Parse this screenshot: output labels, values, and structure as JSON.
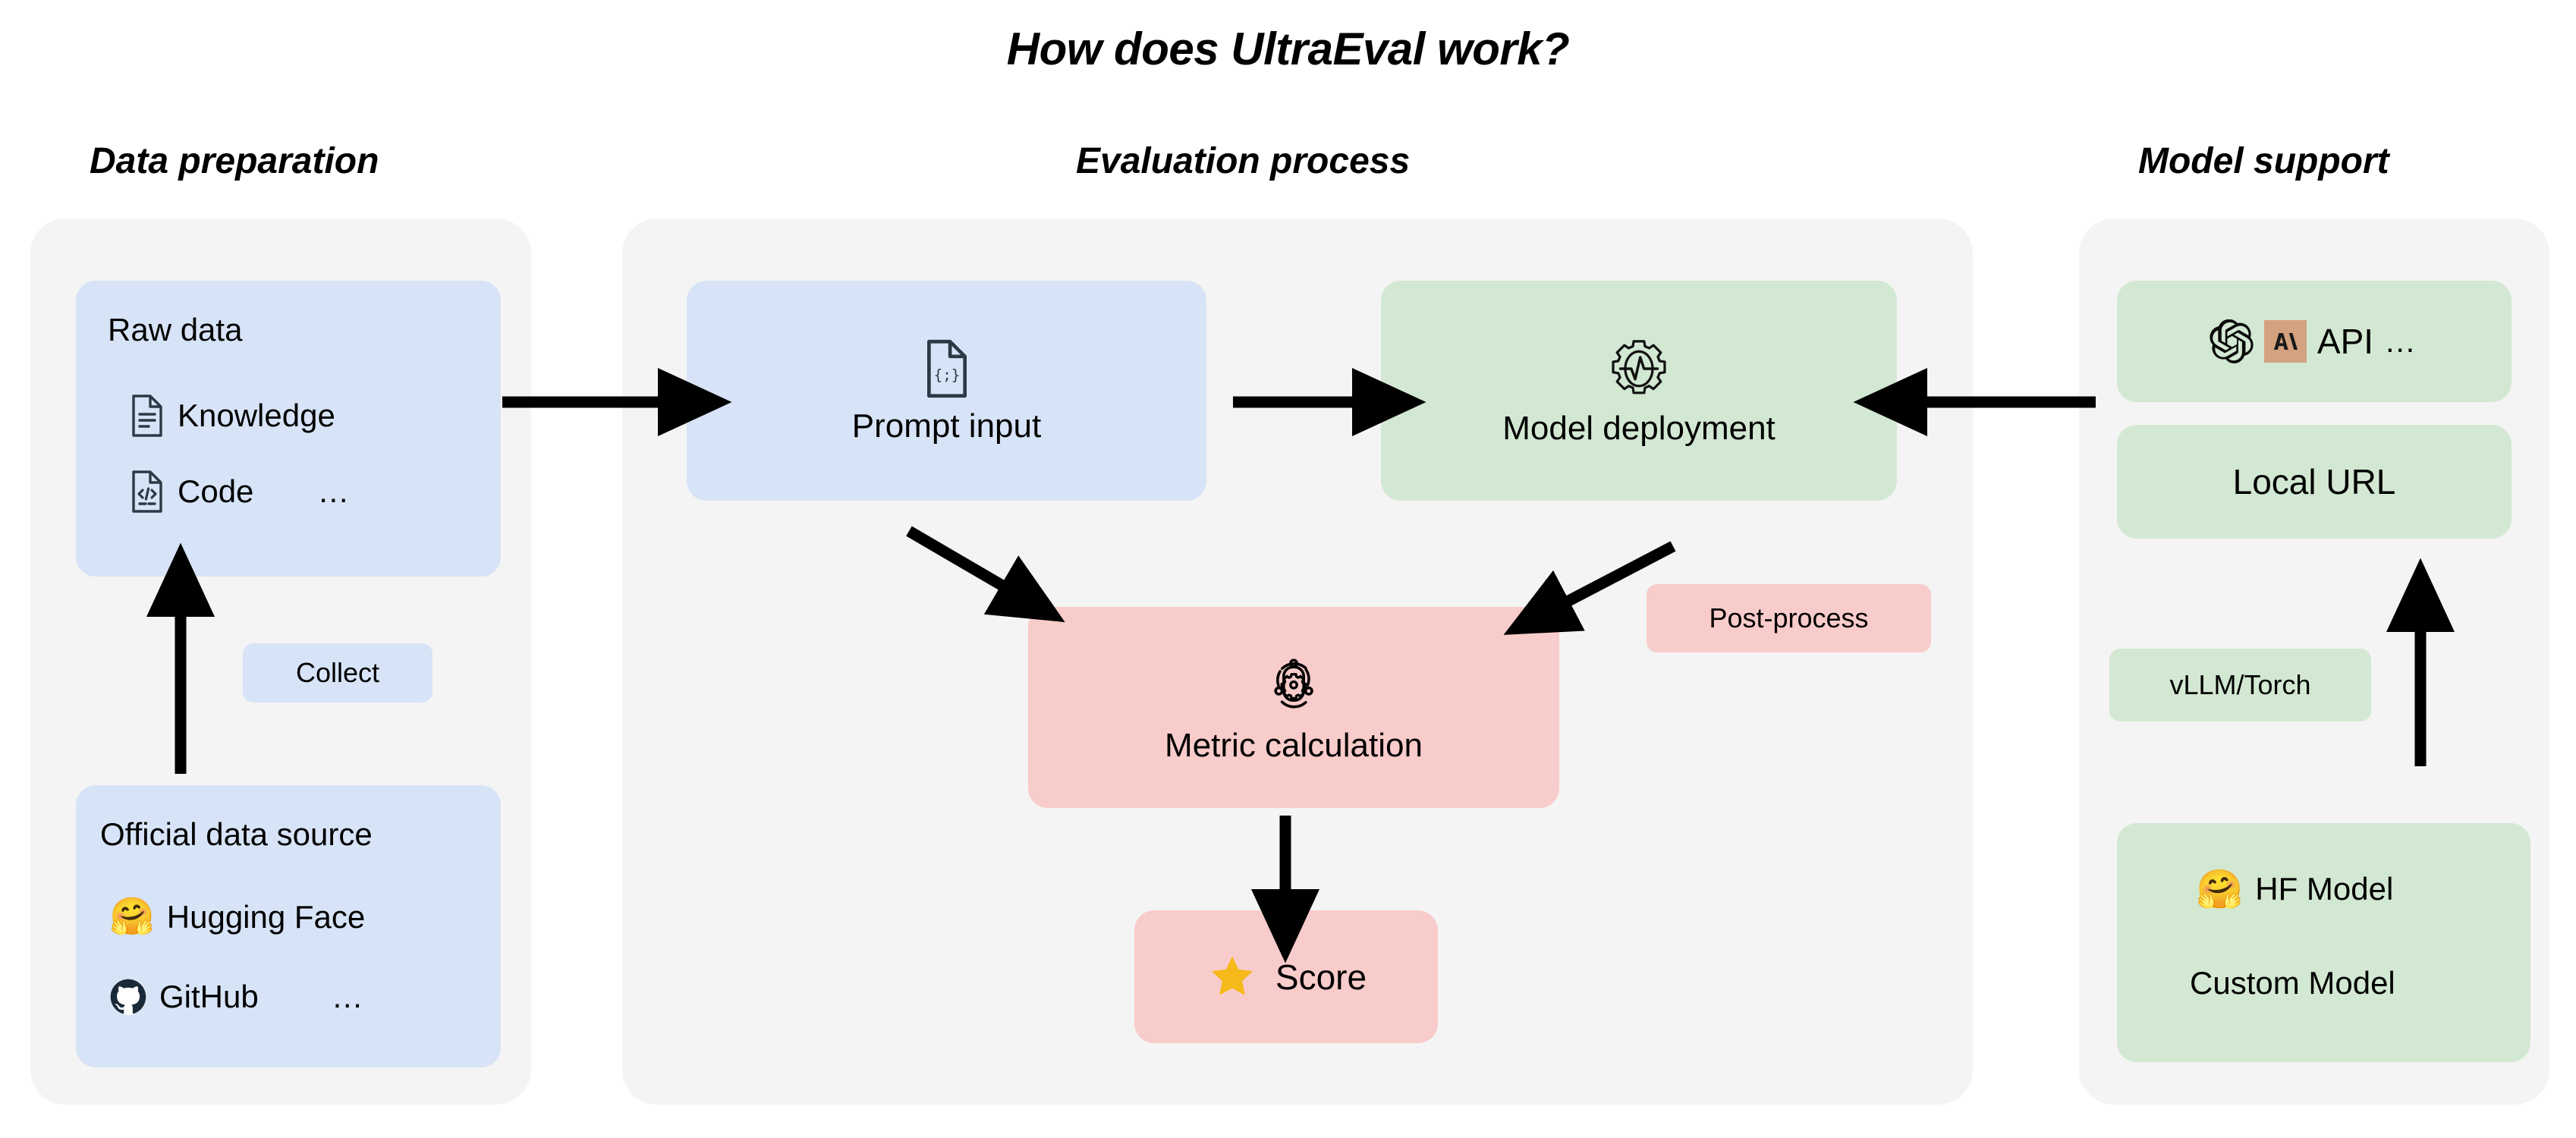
{
  "title": "How does UltraEval work?",
  "sections": {
    "data_preparation": "Data preparation",
    "evaluation_process": "Evaluation process",
    "model_support": "Model support"
  },
  "colors": {
    "panel_bg": "#f4f4f4",
    "blue_card": "#d7e4f7",
    "green_card": "#d3e8d2",
    "pink_card": "#f8ccca",
    "anthropic_badge": "#d4a27f",
    "star": "#f5b919",
    "icon_stroke": "#2b3a45",
    "page_bg": "#ffffff"
  },
  "data_preparation": {
    "raw_data": {
      "title": "Raw data",
      "items": [
        {
          "icon": "document-text-icon",
          "label": "Knowledge"
        },
        {
          "icon": "document-code-icon",
          "label": "Code"
        }
      ],
      "ellipsis": "…"
    },
    "collect_chip": "Collect",
    "official_data_source": {
      "title": "Official data source",
      "items": [
        {
          "icon": "hugging-face-icon",
          "label": "Hugging Face"
        },
        {
          "icon": "github-icon",
          "label": "GitHub"
        }
      ],
      "ellipsis": "…"
    }
  },
  "evaluation_process": {
    "prompt_input": {
      "icon": "json-document-icon",
      "label": "Prompt input"
    },
    "model_deployment": {
      "icon": "gear-pulse-icon",
      "label": "Model deployment"
    },
    "metric_calculation": {
      "icon": "orbit-gear-icon",
      "label": "Metric calculation"
    },
    "score": {
      "icon": "star-icon",
      "label": "Score"
    },
    "post_process_chip": "Post-process"
  },
  "model_support": {
    "api": {
      "icons": [
        "openai-icon",
        "anthropic-icon"
      ],
      "label": "API",
      "ellipsis": "…"
    },
    "local_url": "Local URL",
    "vllm_torch_chip": "vLLM/Torch",
    "models": {
      "hf_model": {
        "icon": "hugging-face-icon",
        "label": "HF Model"
      },
      "custom_model": "Custom Model"
    }
  }
}
